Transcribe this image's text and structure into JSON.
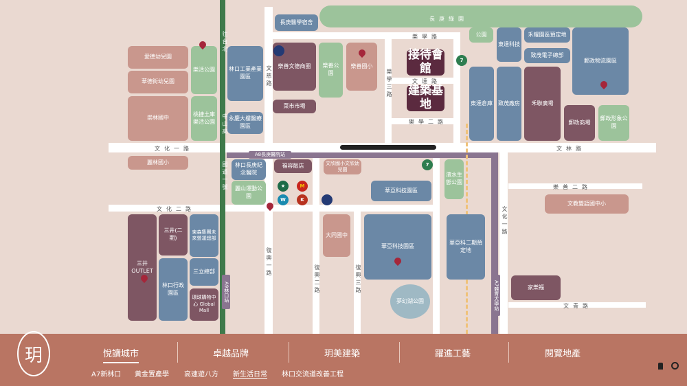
{
  "map": {
    "roads": {
      "wenhua1": "文化一路",
      "wenhua2": "文化二路",
      "wenlin": "文林路",
      "wenqing": "文青路",
      "leshan2": "樂善二路",
      "lexue": "樂學路",
      "lexue2": "樂學二路",
      "lexue3": "樂學三路",
      "wenda": "文達路",
      "wenci": "文慈路",
      "fuxing1": "復興一路",
      "fuxing2": "復興二路",
      "fuxing3": "復興三路",
      "wenhua1v": "文化一路",
      "highway_top": "往台北",
      "highway_mid": "中山高",
      "highway_low": "國道一號",
      "greenway": "長庚綠園"
    },
    "stations": {
      "a8": "A8長庚醫院站",
      "a9": "A9林口站",
      "a7": "A7體育大學站"
    },
    "places": {
      "p1": "愛德幼兒園",
      "p2": "華德街幼兒園",
      "p3": "崇林國中",
      "p4": "樂活公園",
      "p5": "桃捷土庫樂活公園",
      "p6": "林口工業產業園區",
      "p7": "永慶大樓醫療園區",
      "p8": "長庚醫學宿舍",
      "p9": "樂善文德商圈",
      "p10": "樂善公園",
      "p11": "樂善國小",
      "p12": "菜市市場",
      "p13": "接待會館",
      "p14": "建築基地",
      "p15": "公園",
      "p16": "東達科技",
      "p17": "禾耀園區預定地",
      "p18": "致茂電子總部",
      "p19": "郵政物流園區",
      "p20": "東達倉庫",
      "p21": "致茂廠房",
      "p22": "禾聯廣場",
      "p23": "郵政商場",
      "p24": "郵政形象公園",
      "p25": "麗林國小",
      "p26": "林口長庚紀念醫院",
      "p27": "福容飯店",
      "p28": "文欣國小文欣幼兒園",
      "p29": "華亞科技園區",
      "p30": "麗山運動公園",
      "p31": "三井OUTLET",
      "p32": "三井(二期)",
      "p33": "東森集團未來營運總部",
      "p34": "林口行政園區",
      "p35": "三立總部",
      "p36": "環球購物中心 Global Mall",
      "p37": "大同國中",
      "p38": "華亞科技園區",
      "p39": "濱水生態公園",
      "p40": "華亞科二期預定地",
      "p41": "文教雙語國中小",
      "p42": "家樂福",
      "p43": "夢幻湖公園"
    },
    "icons": {
      "seven": "7",
      "mcd": "M",
      "sbux": "★",
      "kfc": "K",
      "wm": "W"
    }
  },
  "footer": {
    "tabs": [
      "悅讀城市",
      "卓越品牌",
      "玥美建築",
      "躍進工藝",
      "閱覽地產"
    ],
    "subtabs": [
      "A7新林口",
      "黃金置產學",
      "高速遊八方",
      "新生活日常",
      "林口交流道改善工程"
    ],
    "active_tab": "悅讀城市",
    "active_subtab": "新生活日常",
    "colors": {
      "footer_bg": "#b97563",
      "map_bg": "#ead9d1"
    }
  }
}
